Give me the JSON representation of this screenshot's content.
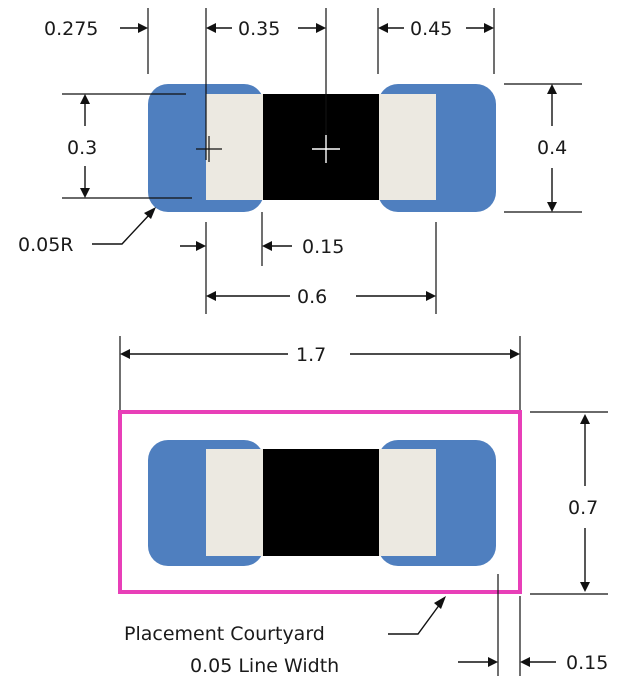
{
  "top_view": {
    "dims": {
      "pad_offset": "0.275",
      "pad_spacing": "0.35",
      "pad_width_outer": "0.45",
      "pad_height_inner": "0.3",
      "body_height": "0.4",
      "corner_radius": "0.05R",
      "gap_inner": "0.15",
      "span": "0.6"
    }
  },
  "bottom_view": {
    "dims": {
      "courtyard_width": "1.7",
      "courtyard_height": "0.7",
      "line_offset": "0.15"
    },
    "label_line1": "Placement Courtyard",
    "label_line2": "0.05 Line Width"
  },
  "colors": {
    "pad_blue": "#4f7fbf",
    "terminal_white": "#ece9e1",
    "body_black": "#000000",
    "courtyard_magenta": "#e83fb8"
  }
}
